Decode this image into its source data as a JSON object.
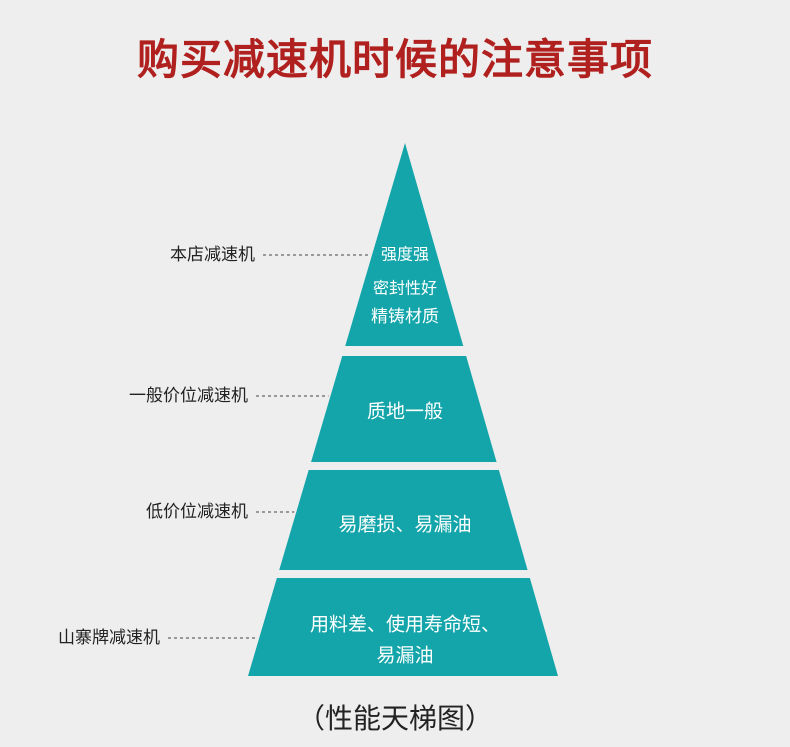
{
  "title": "购买减速机时候的注意事项",
  "caption": "（性能天梯图）",
  "colors": {
    "title": "#b0201e",
    "tier_fill": "#13a5aa",
    "tier_text": "#ffffff",
    "label_text": "#222222",
    "background": "#eeeeee"
  },
  "tiers": [
    {
      "label": "本店减速机",
      "lines": [
        "强度强",
        "密封性好",
        "精铸材质"
      ]
    },
    {
      "label": "一般价位减速机",
      "lines": [
        "质地一般"
      ]
    },
    {
      "label": "低价位减速机",
      "lines": [
        "易磨损、易漏油"
      ]
    },
    {
      "label": "山寨牌减速机",
      "lines": [
        "用料差、使用寿命短、",
        "易漏油"
      ]
    }
  ]
}
